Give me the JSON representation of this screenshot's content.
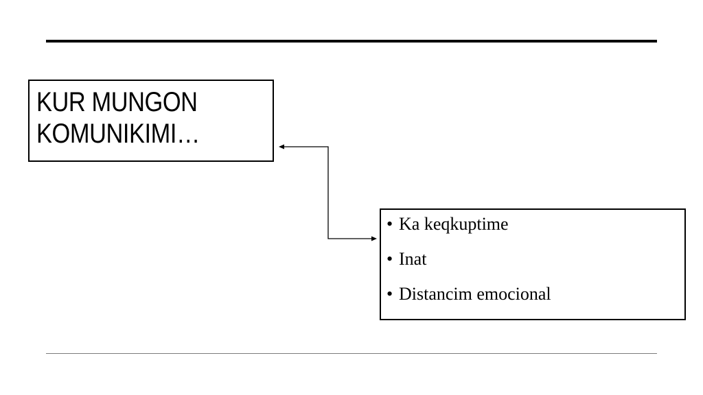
{
  "title": {
    "line1": "KUR MUNGON",
    "line2": "KOMUNIKIMI…"
  },
  "list": {
    "bullet": "•",
    "items": [
      "Ka keqkuptime",
      "Inat",
      "Distancim emocional"
    ]
  },
  "colors": {
    "line": "#000000",
    "bottom_rule": "#7a7a7a",
    "background": "#ffffff"
  }
}
